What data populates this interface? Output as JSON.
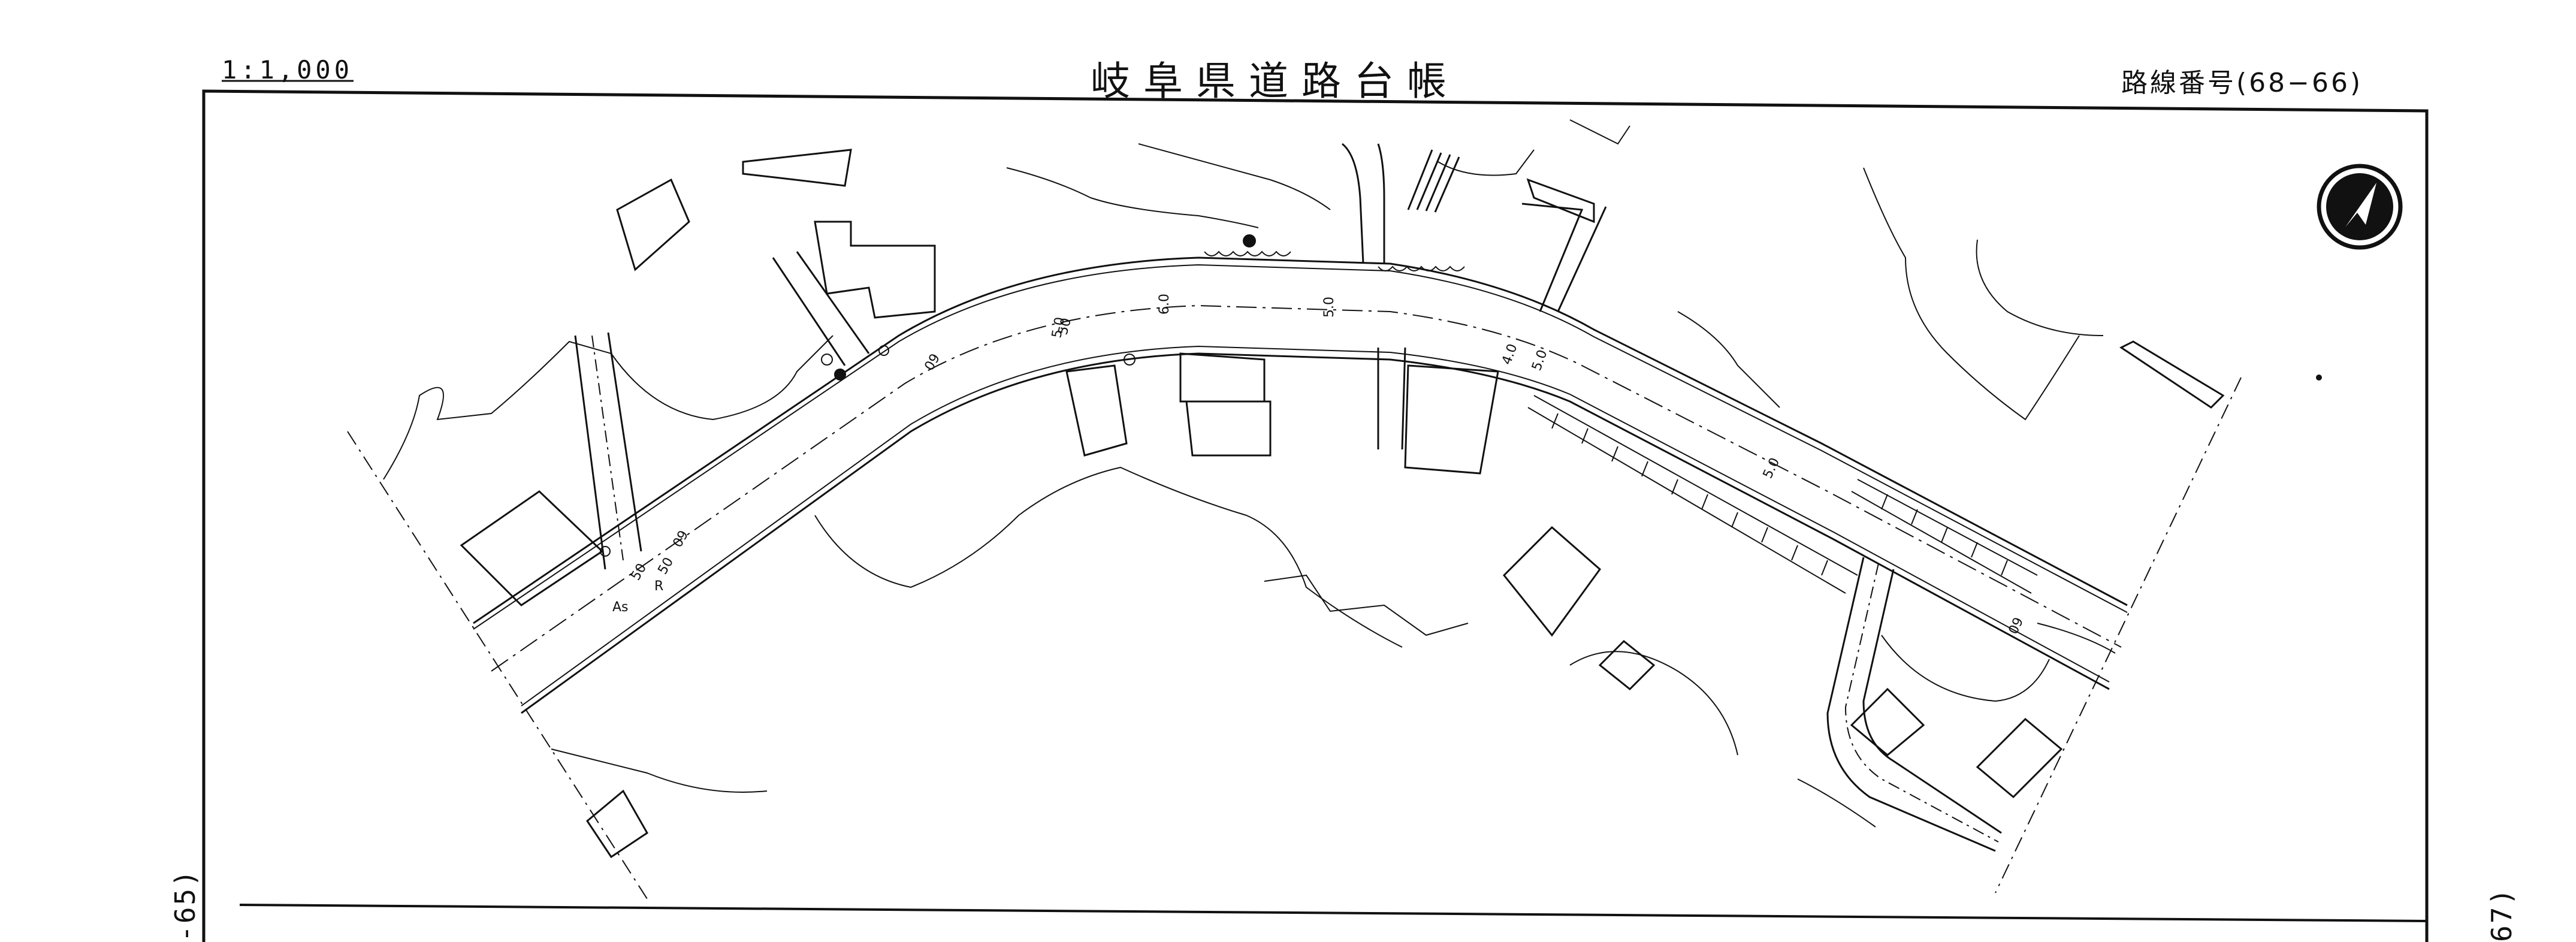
{
  "header": {
    "scale": "1:1,000",
    "title": "岐阜県道路台帳",
    "route_number": "路線番号(68−66)"
  },
  "adjacent_sheets": {
    "left": "-65)",
    "right": "67)"
  },
  "map_labels": {
    "station_09_a": "09",
    "station_50_a": "50",
    "station_09_b": "09",
    "station_60": "6.0",
    "station_50_b": "5.0",
    "station_50_c": "5.0",
    "station_40": "4.0",
    "station_50_d": "5.0",
    "station_50_e": "5.0",
    "station_09_c": "09",
    "station_50_f": "50",
    "station_50_g": "50",
    "label_as": "As",
    "label_r": "R"
  },
  "north_arrow": "north-arrow",
  "colors": {
    "ink": "#111111",
    "paper": "#ffffff"
  }
}
